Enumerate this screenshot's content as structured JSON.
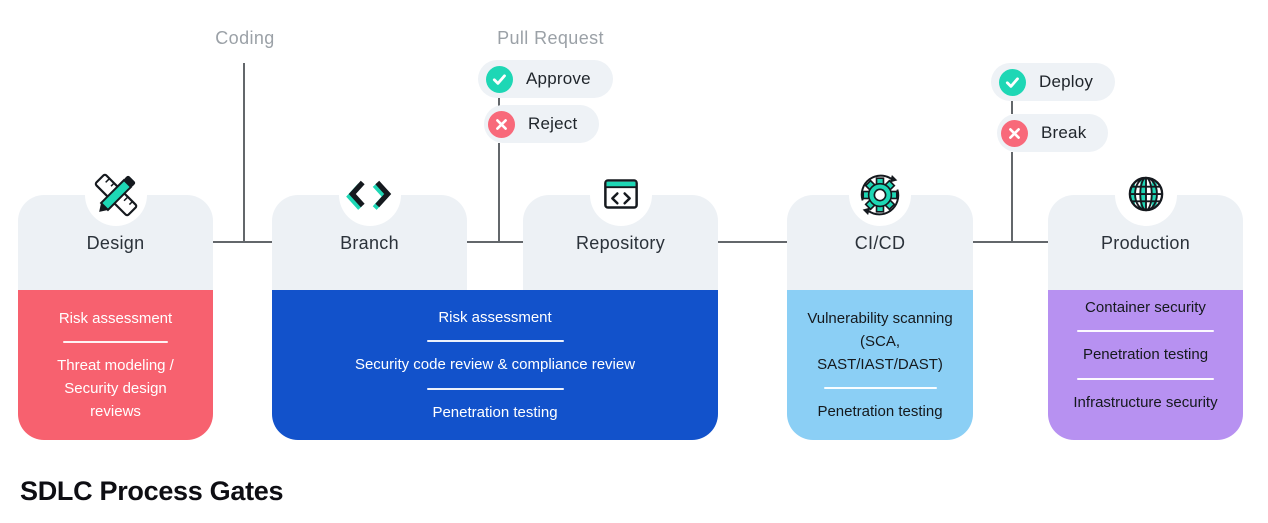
{
  "page": {
    "title": "SDLC Process Gates"
  },
  "flow_labels": {
    "coding": "Coding",
    "pull_request": "Pull Request"
  },
  "badges": {
    "approve": {
      "label": "Approve",
      "icon": "check-circle-icon",
      "color": "#1ed7b5"
    },
    "reject": {
      "label": "Reject",
      "icon": "x-circle-icon",
      "color": "#f8697a"
    },
    "deploy": {
      "label": "Deploy",
      "icon": "check-circle-icon",
      "color": "#1ed7b5"
    },
    "break": {
      "label": "Break",
      "icon": "x-circle-icon",
      "color": "#f8697a"
    }
  },
  "stages": [
    {
      "name": "Design",
      "icon": "ruler-pencil-icon"
    },
    {
      "name": "Branch",
      "icon": "code-chevrons-icon"
    },
    {
      "name": "Repository",
      "icon": "code-window-icon"
    },
    {
      "name": "CI/CD",
      "icon": "gear-cycle-icon"
    },
    {
      "name": "Production",
      "icon": "globe-icon"
    }
  ],
  "panels": {
    "design": {
      "stage": "Design",
      "bg": "#f7616f",
      "items": [
        "Risk assessment",
        "Threat modeling /\nSecurity design\nreviews"
      ]
    },
    "branch_repository": {
      "stage": "Branch + Repository",
      "bg": "#1252cb",
      "items": [
        "Risk assessment",
        "Security code review & compliance review",
        "Penetration testing"
      ]
    },
    "cicd": {
      "stage": "CI/CD",
      "bg": "#8bcff5",
      "items": [
        "Vulnerability scanning\n(SCA,\nSAST/IAST/DAST)",
        "Penetration testing"
      ]
    },
    "production": {
      "stage": "Production",
      "bg": "#b791f1",
      "items": [
        "Container security",
        "Penetration testing",
        "Infrastructure security"
      ]
    }
  },
  "colors": {
    "card_bg": "#edf1f5",
    "badge_bg": "#eef2f6",
    "line": "#63676b",
    "teal_accent": "#1ed7b5",
    "red_accent": "#f8697a",
    "muted_label": "#9ba1a7"
  }
}
